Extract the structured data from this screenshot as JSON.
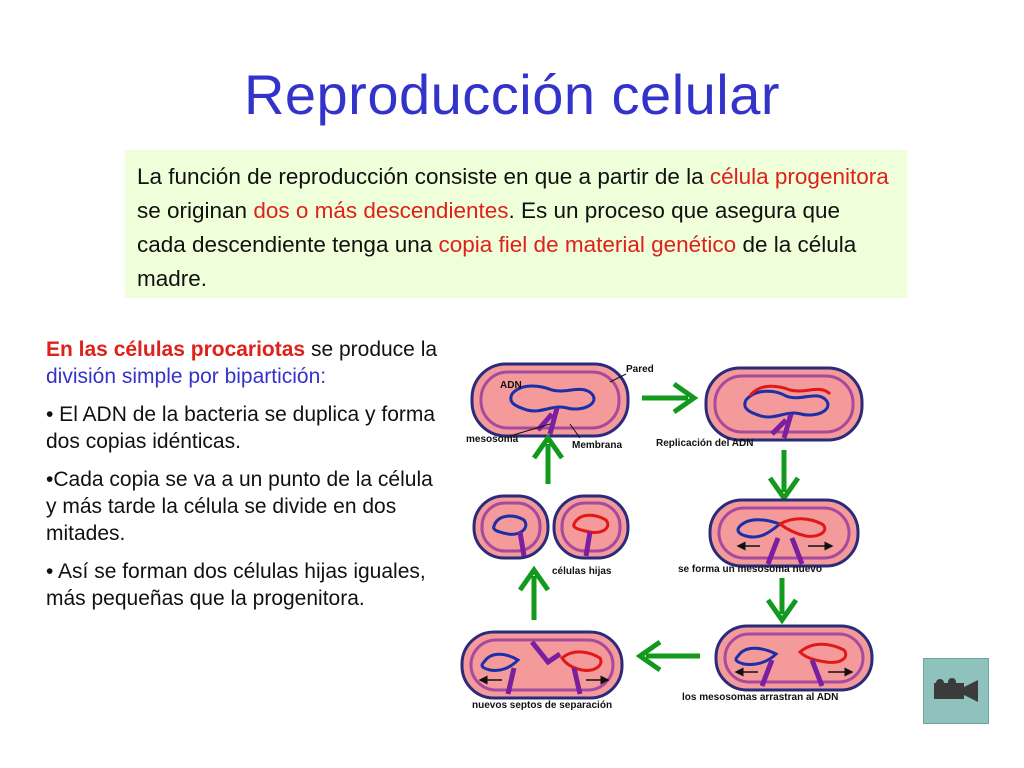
{
  "slide": {
    "title": "Reproducción celular"
  },
  "intro": {
    "t1": "La función de reproducción consiste en que a partir de la ",
    "r1": "célula progenitora",
    "t2": " se originan ",
    "r2": "dos o más descendientes",
    "t3": ". Es un proceso que asegura que cada descendiente tenga una ",
    "r3": "copia fiel de material genético",
    "t4": " de la célula madre."
  },
  "procariotas": {
    "lead": "En las células procariotas",
    "t1": " se produce la ",
    "highlight": "división simple por bipartición",
    "t2": ":",
    "bullets": [
      "• El ADN de la bacteria se duplica y forma dos copias idénticas.",
      "•Cada copia se va a un punto de la célula y más tarde la célula se divide en dos mitades.",
      "• Así se forman dos células hijas iguales, más pequeñas que la progenitora."
    ]
  },
  "diagram": {
    "labels": {
      "pared": "Pared",
      "adn": "ADN",
      "mesosoma": "mesosoma",
      "membrana": "Membrana",
      "replicacion": "Replicación del ADN",
      "nuevo_mesosoma": "se forma un mesosoma nuevo",
      "arrastran": "los mesosomas arrastran al ADN",
      "septos": "nuevos septos de separación",
      "hijas": "células hijas"
    },
    "colors": {
      "wall": "#2b2b7a",
      "membrane": "#a54a9c",
      "cytoplasm": "#f59a9a",
      "dna_original": "#1a2fa8",
      "dna_copy": "#e01818",
      "mesosome": "#7a1fa0",
      "arrow": "#129a1e"
    }
  },
  "video_button": {
    "icon": "video-camera-icon"
  }
}
